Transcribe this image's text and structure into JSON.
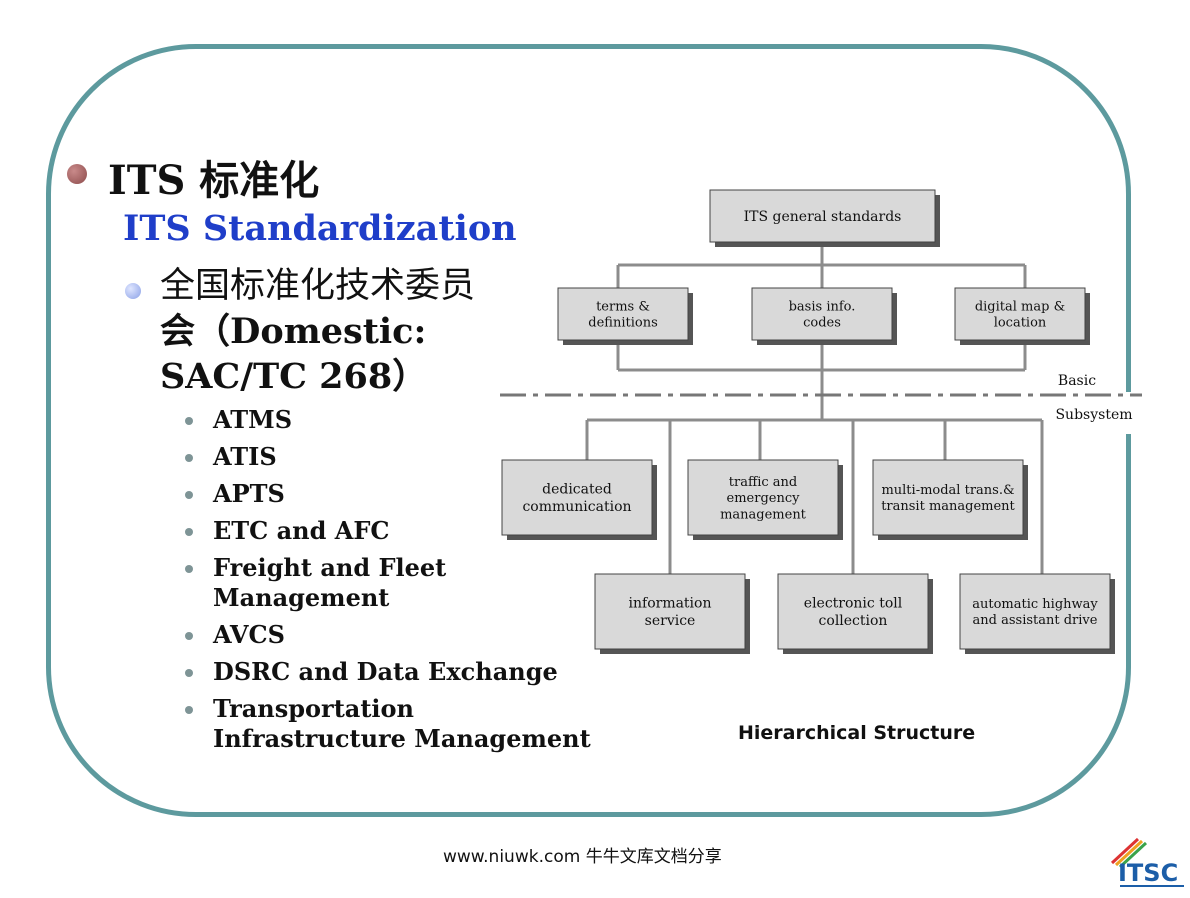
{
  "slide": {
    "title": "ITS 标准化",
    "subtitle": "ITS Standardization",
    "sub_heading": {
      "line1": "全国标准化技术委员",
      "line2": "会（Domestic:",
      "line3": "SAC/TC 268）"
    },
    "items": [
      "ATMS",
      "ATIS",
      "APTS",
      "ETC and AFC",
      "Freight and Fleet\n Management",
      "AVCS",
      "DSRC and Data Exchange",
      "Transportation\nInfrastructure Management"
    ]
  },
  "diagram": {
    "root": "ITS general standards",
    "basic_nodes": [
      "terms &\ndefinitions",
      "basis  info.\ncodes",
      "digital map &\nlocation"
    ],
    "divider_labels": {
      "top": "Basic",
      "bottom": "Subsystem"
    },
    "subsystem_row1": [
      "dedicated\ncommunication",
      "traffic and\nemergency\nmanagement",
      "multi-modal trans.&\ntransit management"
    ],
    "subsystem_row2": [
      "information\nservice",
      "electronic toll\ncollection",
      "automatic highway\nand assistant drive"
    ],
    "caption": "Hierarchical Structure"
  },
  "footer": {
    "text": "www.niuwk.com 牛牛文库文档分享",
    "logo_text": "ITSC"
  },
  "colors": {
    "frame": "#5d9a9e",
    "subtitle": "#1f3ec9",
    "box_fill": "#d9d9d9",
    "box_shadow": "#555555",
    "connector": "#8c8c8c",
    "logo_blue": "#1c5ea8"
  }
}
